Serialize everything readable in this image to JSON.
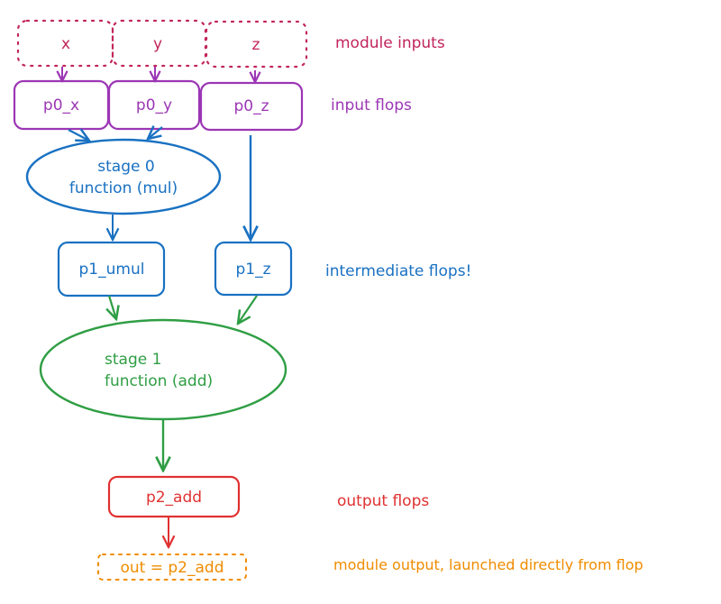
{
  "colors": {
    "module_inputs": "#c2255c",
    "input_flops": "#9c36b5",
    "stage0": "#1971c2",
    "stage1": "#2f9e44",
    "output_flops": "#e03131",
    "module_output": "#f08c00"
  },
  "nodes": {
    "in_x": "x",
    "in_y": "y",
    "in_z": "z",
    "p0_x": "p0_x",
    "p0_y": "p0_y",
    "p0_z": "p0_z",
    "stage0_line1": "stage 0",
    "stage0_line2": "function (mul)",
    "p1_umul": "p1_umul",
    "p1_z": "p1_z",
    "stage1_line1": "stage 1",
    "stage1_line2": "function (add)",
    "p2_add": "p2_add",
    "out": "out = p2_add"
  },
  "annotations": {
    "module_inputs": "module inputs",
    "input_flops": "input flops",
    "intermediate_flops": "intermediate flops!",
    "output_flops": "output flops",
    "module_output": "module output, launched directly from flop"
  }
}
